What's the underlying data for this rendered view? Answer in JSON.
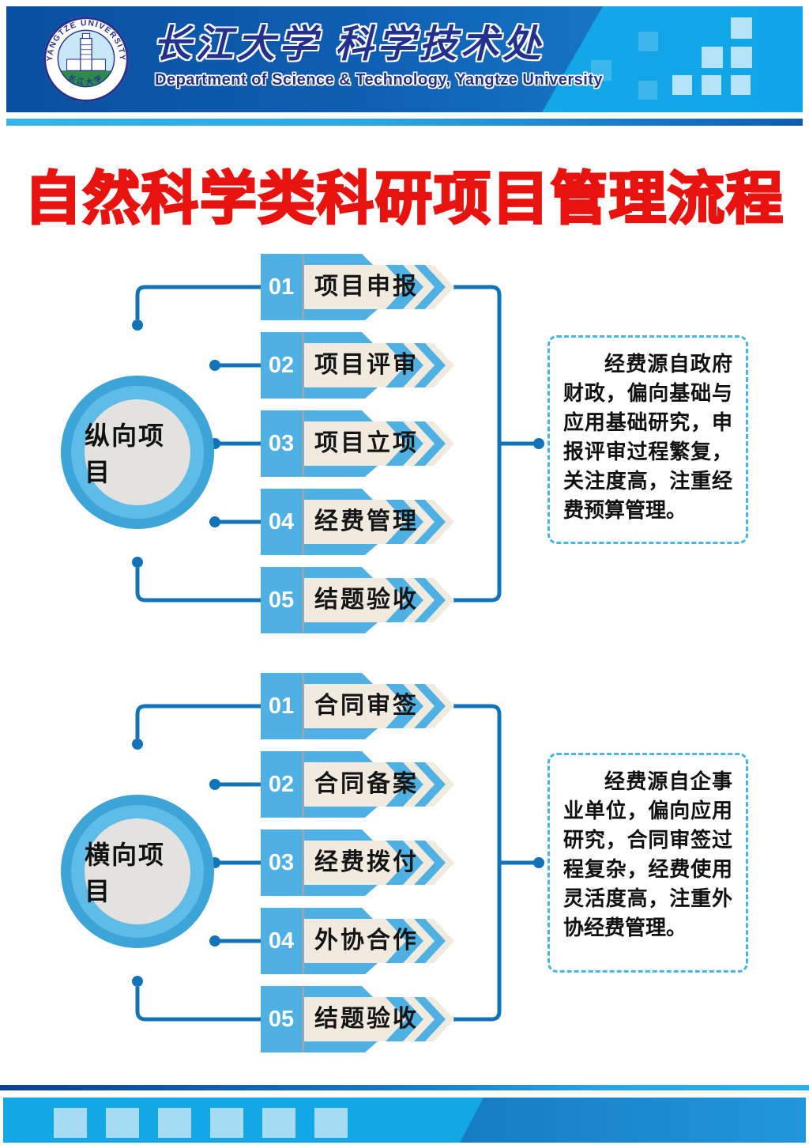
{
  "header": {
    "logo": {
      "arc_text_top": "YANGTZE UNIVERSITY",
      "arc_text_bottom": "长江大学"
    },
    "org_cn": "长江大学 科学技术处",
    "org_en": "Department of Science & Technology, Yangtze University"
  },
  "title": "自然科学类科研项目管理流程",
  "flows": [
    {
      "circle_label": "纵向项目",
      "steps": [
        {
          "num": "01",
          "label": "项目申报"
        },
        {
          "num": "02",
          "label": "项目评审"
        },
        {
          "num": "03",
          "label": "项目立项"
        },
        {
          "num": "04",
          "label": "经费管理"
        },
        {
          "num": "05",
          "label": "结题验收"
        }
      ],
      "note": "经费源自政府财政，偏向基础与应用基础研究，申报评审过程繁复，关注度高，注重经费预算管理。"
    },
    {
      "circle_label": "横向项目",
      "steps": [
        {
          "num": "01",
          "label": "合同审签"
        },
        {
          "num": "02",
          "label": "合同备案"
        },
        {
          "num": "03",
          "label": "经费拨付"
        },
        {
          "num": "04",
          "label": "外协合作"
        },
        {
          "num": "05",
          "label": "结题验收"
        }
      ],
      "note": "经费源自企事业单位，偏向应用研究，合同审签过程复杂，经费使用灵活度高，注重外协经费管理。"
    }
  ],
  "colors": {
    "step_blue": "#4fb1e3",
    "banner_cream": "#f1ebdf",
    "connector_blue": "#1273b9",
    "note_border_blue": "#45b5ec",
    "title_red": "#e8120f",
    "header_navy": "#22308e",
    "circle_outer": "#3da4d8",
    "circle_mid": "#5fbce7",
    "circle_core": "#e4e2de"
  }
}
